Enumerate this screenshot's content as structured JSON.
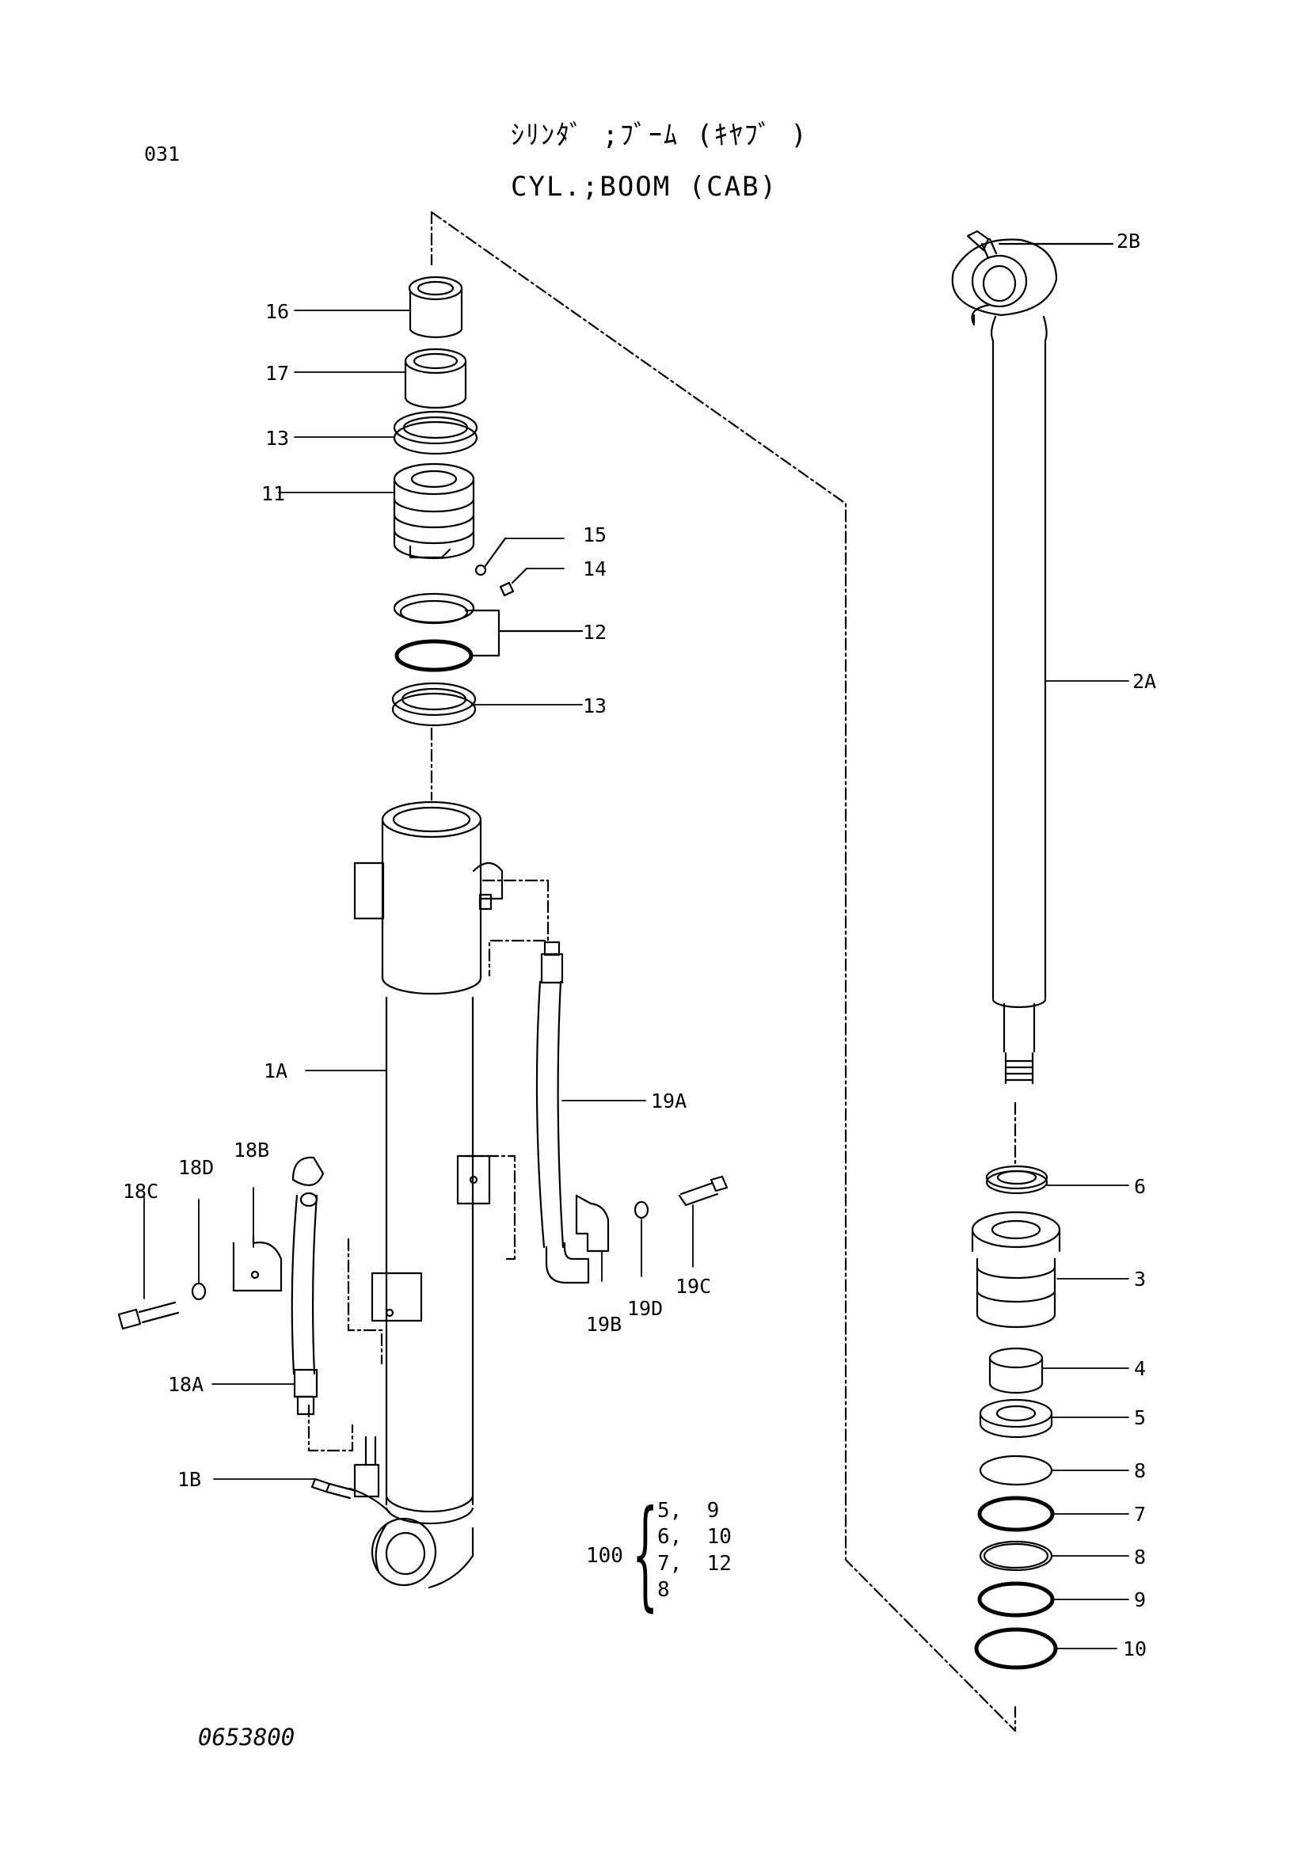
{
  "header": {
    "page_number": "031",
    "title_jp": "ｼﾘﾝﾀﾞ ;ﾌﾞｰﾑ (ｷﾔﾌﾞ )",
    "title_en": "CYL.;BOOM (CAB)"
  },
  "footer": {
    "drawing_number": "0653800"
  },
  "labels": {
    "l16": "16",
    "l17": "17",
    "l13a": "13",
    "l11": "11",
    "l15": "15",
    "l14": "14",
    "l12": "12",
    "l13b": "13",
    "l1A": "1A",
    "l19A": "19A",
    "l18C": "18C",
    "l18D": "18D",
    "l18B": "18B",
    "l18A": "18A",
    "l1B": "1B",
    "l19B": "19B",
    "l19D": "19D",
    "l19C": "19C",
    "l2B": "2B",
    "l2A": "2A",
    "l6": "6",
    "l3": "3",
    "l4": "4",
    "l5": "5",
    "l8a": "8",
    "l7": "7",
    "l8b": "8",
    "l9": "9",
    "l10": "10"
  },
  "seal_kit": {
    "number": "100",
    "rows": [
      "5,  9",
      "6,  10",
      "7,  12",
      "8"
    ]
  }
}
